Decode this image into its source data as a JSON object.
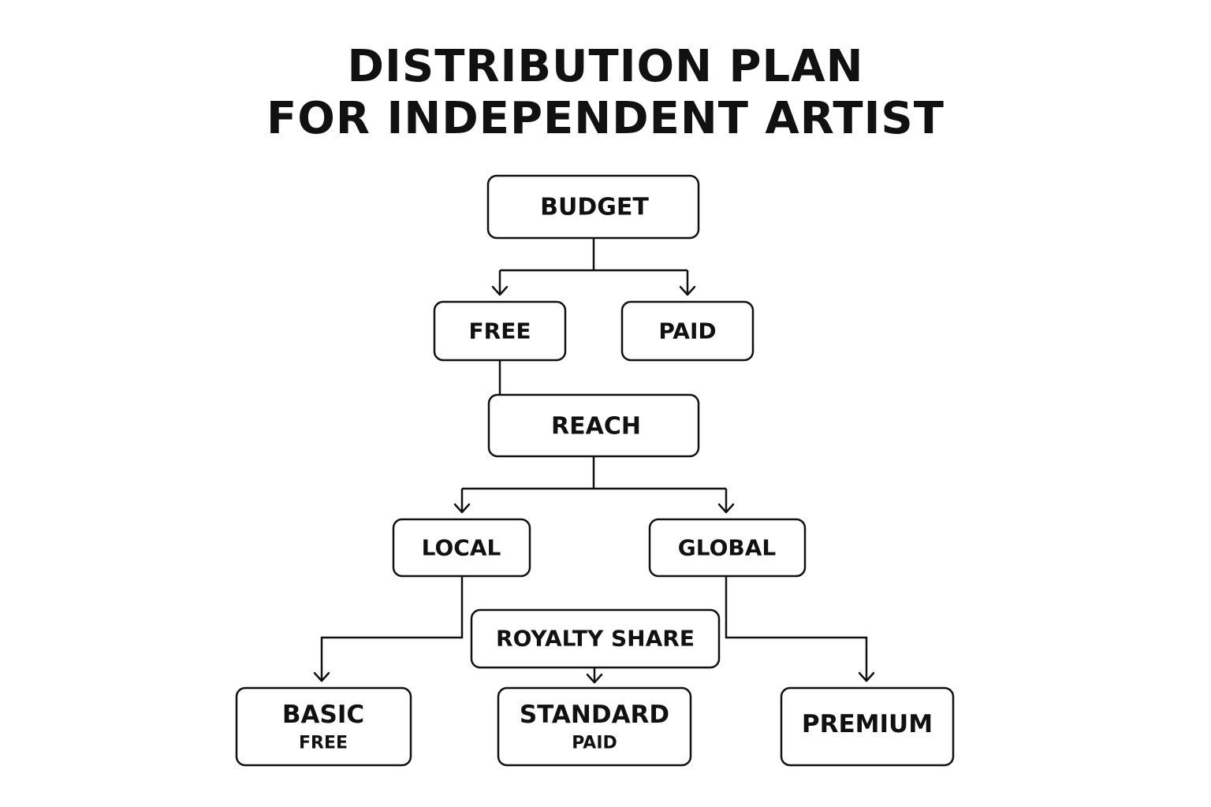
{
  "title": {
    "line1": "DISTRIBUTION PLAN",
    "line2": "FOR INDEPENDENT ARTIST"
  },
  "nodes": {
    "budget": {
      "label": "BUDGET"
    },
    "free": {
      "label": "FREE"
    },
    "paid": {
      "label": "PAID"
    },
    "reach": {
      "label": "REACH"
    },
    "local": {
      "label": "LOCAL"
    },
    "global": {
      "label": "GLOBAL"
    },
    "royalty": {
      "label": "ROYALTY SHARE"
    },
    "basic": {
      "label": "BASIC",
      "sub": "FREE"
    },
    "standard": {
      "label": "STANDARD",
      "sub": "PAID"
    },
    "premium": {
      "label": "PREMIUM"
    }
  },
  "edges": [
    [
      "budget",
      "free"
    ],
    [
      "budget",
      "paid"
    ],
    [
      "free",
      "reach"
    ],
    [
      "reach",
      "local"
    ],
    [
      "reach",
      "global"
    ],
    [
      "local",
      "basic"
    ],
    [
      "royalty",
      "standard"
    ],
    [
      "global",
      "premium"
    ]
  ],
  "colors": {
    "ink": "#111111",
    "background": "#ffffff"
  }
}
